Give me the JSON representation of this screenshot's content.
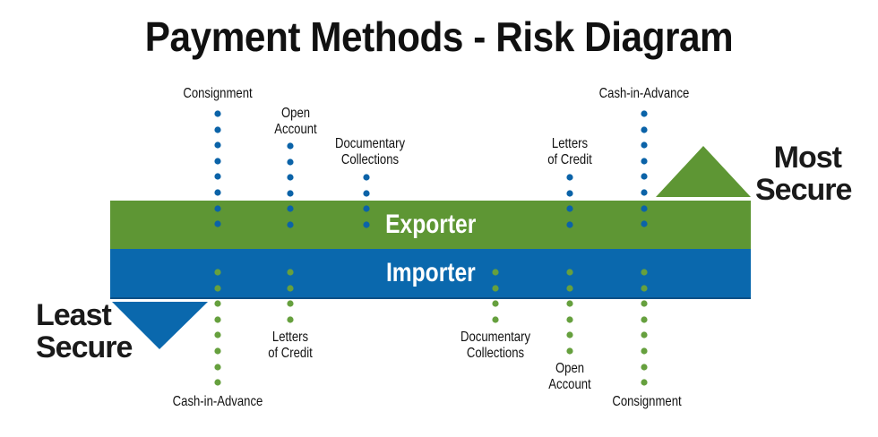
{
  "title": "Payment Methods - Risk Diagram",
  "bars": {
    "exporter": "Exporter",
    "importer": "Importer"
  },
  "ends": {
    "most_secure": [
      "Most",
      "Secure"
    ],
    "least_secure": [
      "Least",
      "Secure"
    ]
  },
  "colors": {
    "exporter_green": "#5e9634",
    "importer_blue": "#0a68ad",
    "dot_blue": "#0b63a8",
    "dot_green": "#66a03e",
    "text": "#111111"
  },
  "exporter_methods": [
    {
      "lines": [
        "Consignment"
      ],
      "rank": 1
    },
    {
      "lines": [
        "Open",
        "Account"
      ],
      "rank": 2
    },
    {
      "lines": [
        "Documentary",
        "Collections"
      ],
      "rank": 3
    },
    {
      "lines": [
        "Letters",
        "of Credit"
      ],
      "rank": 4
    },
    {
      "lines": [
        "Cash-in-Advance"
      ],
      "rank": 5
    }
  ],
  "importer_methods": [
    {
      "lines": [
        "Cash-in-Advance"
      ],
      "rank": 1
    },
    {
      "lines": [
        "Letters",
        "of Credit"
      ],
      "rank": 2
    },
    {
      "lines": [
        "Documentary",
        "Collections"
      ],
      "rank": 3
    },
    {
      "lines": [
        "Open",
        "Account"
      ],
      "rank": 4
    },
    {
      "lines": [
        "Consignment"
      ],
      "rank": 5
    }
  ]
}
